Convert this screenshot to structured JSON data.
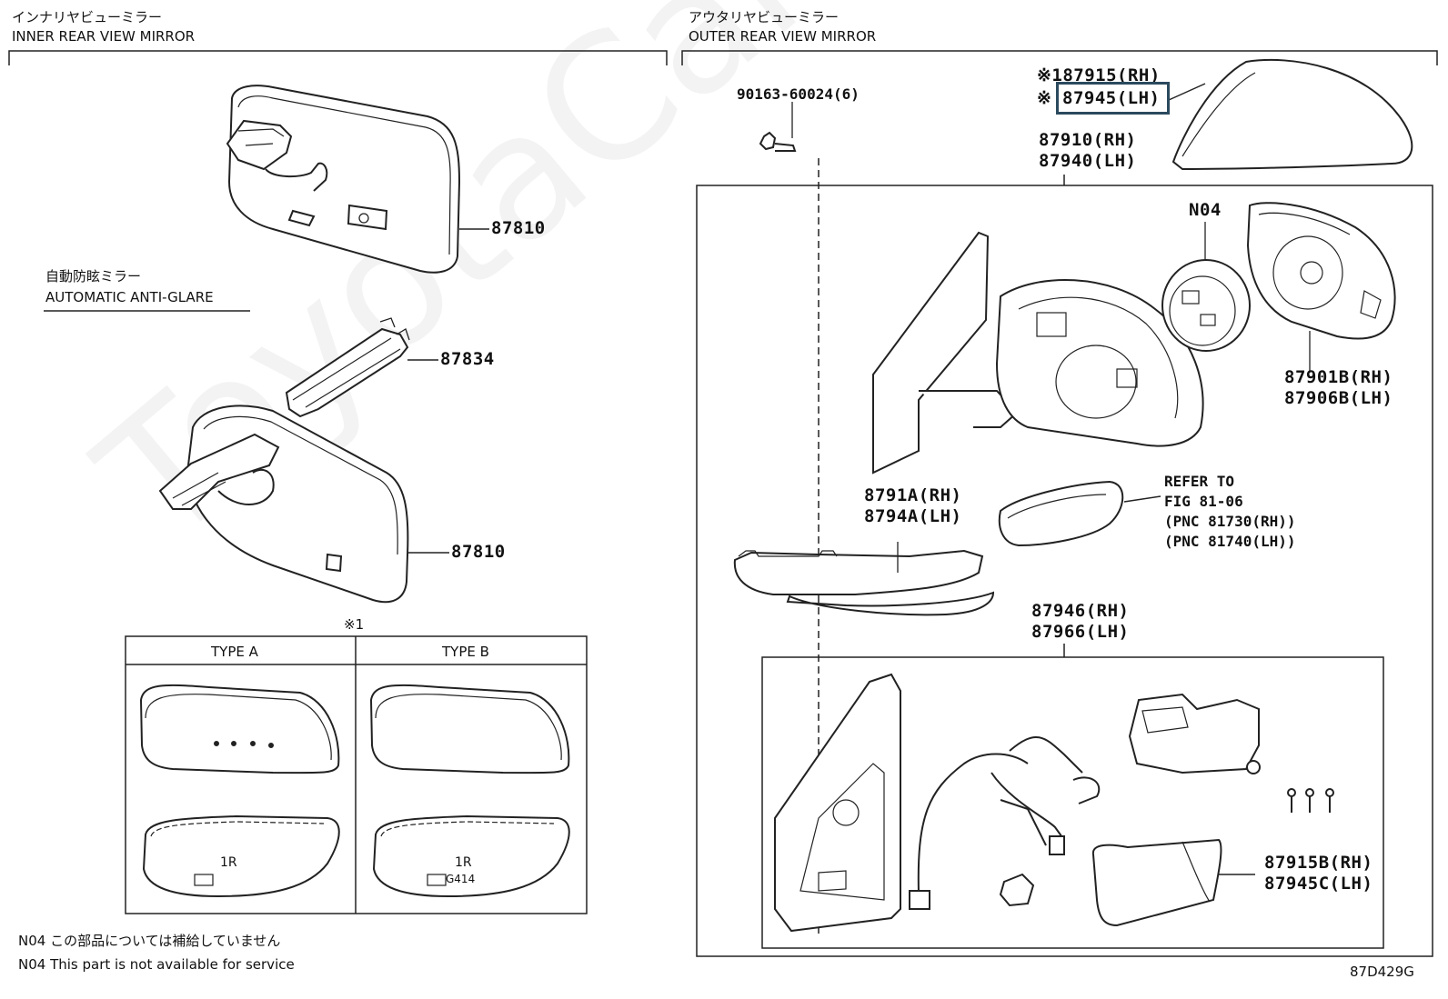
{
  "inner": {
    "title_jp": "インナリヤビューミラー",
    "title_en": "INNER REAR VIEW MIRROR",
    "auto_jp": "自動防眩ミラー",
    "auto_en": "AUTOMATIC ANTI-GLARE",
    "part_87810_a": "87810",
    "part_87834": "87834",
    "part_87810_b": "87810",
    "type_note": "※1",
    "type_a": "TYPE A",
    "type_b": "TYPE B",
    "mark_1r_a": "1R",
    "mark_1r_b": "1R",
    "mark_g414": "G414",
    "note_jp": "N04 この部品については補給していません",
    "note_en": "N04 This part is not available for service"
  },
  "outer": {
    "title_jp": "アウタリヤビューミラー",
    "title_en": "OUTER REAR VIEW MIRROR",
    "bolt": "90163-60024(6)",
    "cover_rh": "※187915(RH)",
    "cover_lh_mark": "※",
    "cover_lh": "87945(LH)",
    "assy_rh": "87910(RH)",
    "assy_lh": "87940(LH)",
    "n04": "N04",
    "glass_rh": "87901B(RH)",
    "glass_lh": "87906B(LH)",
    "lamp_rh": "8791A(RH)",
    "lamp_lh": "8794A(LH)",
    "refer_1": "REFER TO",
    "refer_2": "FIG 81-06",
    "refer_3": "(PNC 81730(RH))",
    "refer_4": "(PNC 81740(LH))",
    "base_rh": "87946(RH)",
    "base_lh": "87966(LH)",
    "cover2_rh": "87915B(RH)",
    "cover2_lh": "87945C(LH)",
    "diagram_code": "87D429G"
  },
  "watermark": "ToyotaCarMine.ru"
}
